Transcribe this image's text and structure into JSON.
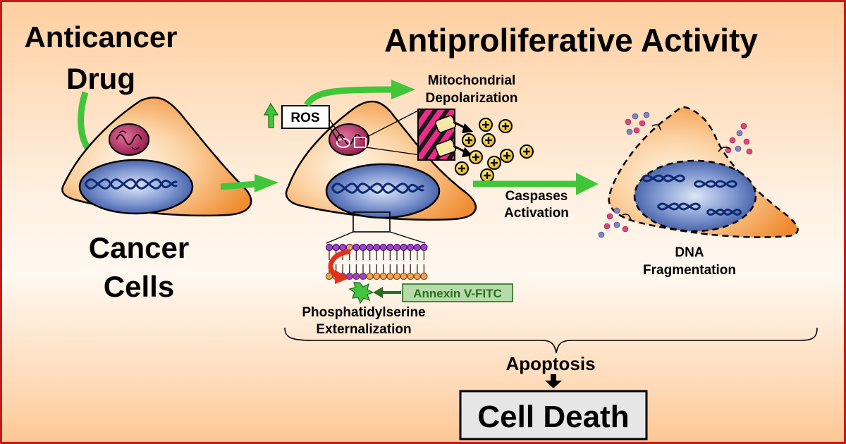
{
  "title_left_line1": "Anticancer",
  "title_left_line2": "Drug",
  "title_main": "Antiproliferative Activity",
  "cancer_cells_line1": "Cancer",
  "cancer_cells_line2": "Cells",
  "ros_label": "ROS",
  "mito_line1": "Mitochondrial",
  "mito_line2": "Depolarization",
  "caspases_line1": "Caspases",
  "caspases_line2": "Activation",
  "dna_line1": "DNA",
  "dna_line2": "Fragmentation",
  "annexin_label": "Annexin V-FITC",
  "ps_line1": "Phosphatidylserine",
  "ps_line2": "Externalization",
  "apoptosis_label": "Apoptosis",
  "cell_death_label": "Cell Death",
  "colors": {
    "border": "#c41a1a",
    "cell_fill": "#f4a24f",
    "nucleus_fill": "#4f6fb3",
    "arrow_green": "#41c63a",
    "mito_fill": "#b0225c",
    "ion_fill": "#f3c700",
    "annexin_bg": "#b5dca8"
  }
}
